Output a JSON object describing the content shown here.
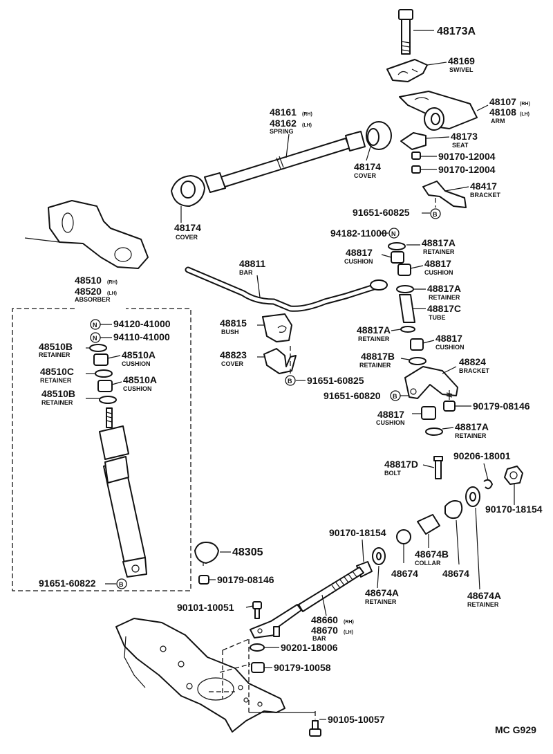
{
  "diagram_id": "MC G929",
  "labels": {
    "p48173A": "48173A",
    "p48169": "48169",
    "swivel": "SWIVEL",
    "p48107": "48107",
    "p48108": "48108",
    "rh": "(RH)",
    "lh": "(LH)",
    "arm": "ARM",
    "p48161": "48161",
    "p48162": "48162",
    "spring": "SPRING",
    "p48173": "48173",
    "seat": "SEAT",
    "p90170_12004a": "90170-12004",
    "p90170_12004b": "90170-12004",
    "p48174_top": "48174",
    "cover": "COVER",
    "p48417": "48417",
    "bracket_1": "BRACKET",
    "p91651_60825_top": "91651-60825",
    "p48174_left": "48174",
    "p94182": "94182-11000",
    "p48817_1": "48817",
    "cushion": "CUSHION",
    "p48817A_1": "48817A",
    "retainer": "RETAINER",
    "p48817_2": "48817",
    "p48811": "48811",
    "bar": "BAR",
    "p48817A_2": "48817A",
    "p48817C": "48817C",
    "tube": "TUBE",
    "p48510": "48510",
    "p48520": "48520",
    "absorber": "ABSORBER",
    "p94120": "94120-41000",
    "p94110": "94110-41000",
    "p48815": "48815",
    "bush": "BUSH",
    "p48817A_3": "48817A",
    "p48817_3": "48817",
    "p48510B_1": "48510B",
    "p48510A_1": "48510A",
    "p48510C": "48510C",
    "p48510A_2": "48510A",
    "p48510B_2": "48510B",
    "p48823": "48823",
    "p48817B": "48817B",
    "p48824": "48824",
    "bracket": "BRACKET",
    "p91651_60825_mid": "91651-60825",
    "p91651_60820": "91651-60820",
    "p90179_08146_right": "90179-08146",
    "p48817_4": "48817",
    "p48817A_4": "48817A",
    "p90206": "90206-18001",
    "p48817D": "48817D",
    "bolt": "BOLT",
    "p90170_18154_right": "90170-18154",
    "p90170_18154_mid": "90170-18154",
    "p48305": "48305",
    "p48674B": "48674B",
    "collar": "COLLAR",
    "p48674_a": "48674",
    "p48674_b": "48674",
    "p91651_60822": "91651-60822",
    "p90179_08146_left": "90179-08146",
    "p48674A_1": "48674A",
    "p48674A_2": "48674A",
    "p90101": "90101-10051",
    "p48660": "48660",
    "p48670": "48670",
    "p90201": "90201-18006",
    "p90179_10058": "90179-10058",
    "p90105": "90105-10057",
    "sym_n": "N",
    "sym_b": "B"
  }
}
